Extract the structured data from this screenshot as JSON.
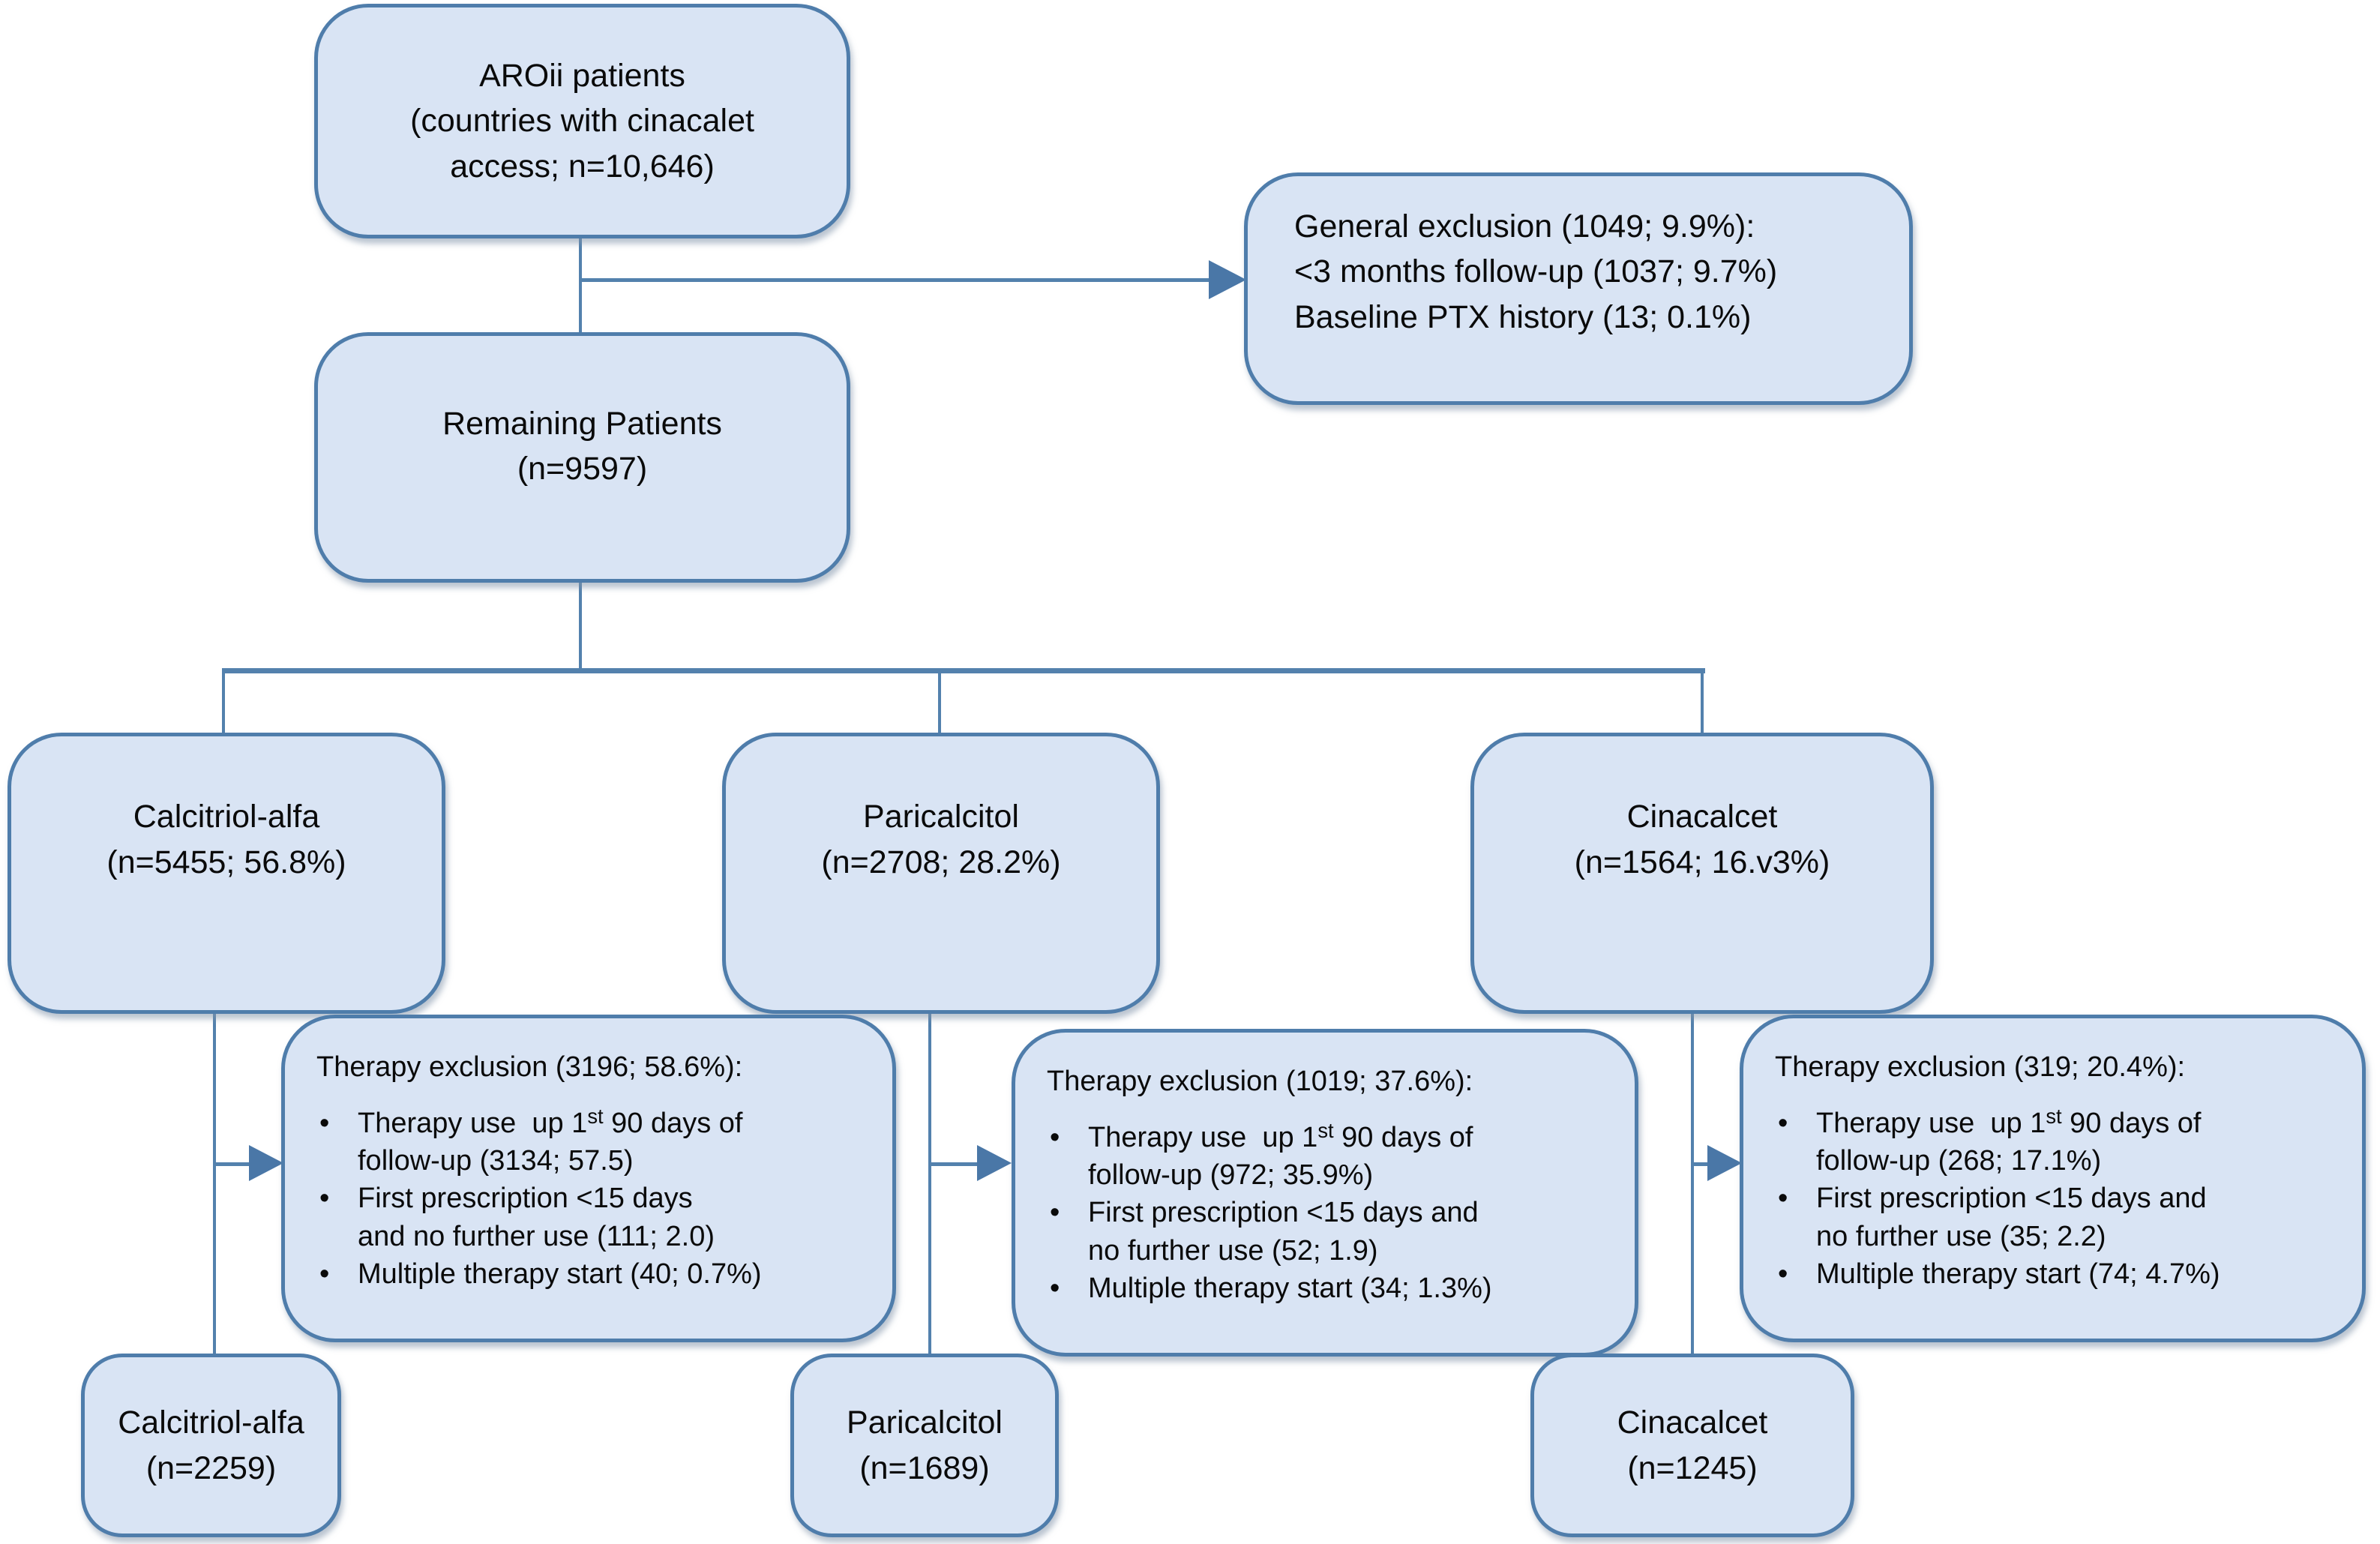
{
  "colors": {
    "box_fill": "#d9e4f4",
    "box_border": "#4f7dab",
    "connector": "#5381ad",
    "arrowhead": "#4a77a7"
  },
  "boxes": {
    "aroii": {
      "line1": "AROii patients",
      "line2": "(countries with cinacalet",
      "line3": "access; n=10,646)"
    },
    "general_exclusion": {
      "line1": "General exclusion (1049; 9.9%):",
      "line2": "<3 months follow-up (1037; 9.7%)",
      "line3": "Baseline PTX history (13; 0.1%)"
    },
    "remaining": {
      "line1": "Remaining Patients",
      "line2": "(n=9597)"
    },
    "calcitriol": {
      "line1": "Calcitriol-alfa",
      "line2": "(n=5455; 56.8%)"
    },
    "paricalcitol": {
      "line1": "Paricalcitol",
      "line2": "(n=2708; 28.2%)"
    },
    "cinacalcet": {
      "line1": "Cinacalcet",
      "line2": "(n=1564; 16.v3%)"
    },
    "therapy_exclusion_calcitriol": {
      "title": "Therapy exclusion (3196; 58.6%):",
      "bullet1_pre": "Therapy use  up 1",
      "bullet1_sup": "st",
      "bullet1_post": " 90 days of",
      "bullet1_line2": "follow-up (3134; 57.5)",
      "bullet2_line1": "First prescription <15 days",
      "bullet2_line2": "and no further use (111; 2.0)",
      "bullet3": "Multiple therapy start (40; 0.7%)"
    },
    "therapy_exclusion_paricalcitol": {
      "title": "Therapy exclusion (1019; 37.6%):",
      "bullet1_pre": "Therapy use  up 1",
      "bullet1_sup": "st",
      "bullet1_post": " 90 days of",
      "bullet1_line2": "follow-up (972; 35.9%)",
      "bullet2_line1": "First prescription <15 days and",
      "bullet2_line2": "no further use (52; 1.9)",
      "bullet3": "Multiple therapy start (34; 1.3%)"
    },
    "therapy_exclusion_cinacalcet": {
      "title": "Therapy exclusion (319; 20.4%):",
      "bullet1_pre": "Therapy use  up 1",
      "bullet1_sup": "st",
      "bullet1_post": " 90 days of",
      "bullet1_line2": "follow-up (268; 17.1%)",
      "bullet2_line1": "First prescription <15 days and",
      "bullet2_line2": "no further use (35; 2.2)",
      "bullet3": "Multiple therapy start (74; 4.7%)"
    },
    "calcitriol_final": {
      "line1": "Calcitriol-alfa",
      "line2": "(n=2259)"
    },
    "paricalcitol_final": {
      "line1": "Paricalcitol",
      "line2": "(n=1689)"
    },
    "cinacalcet_final": {
      "line1": "Cinacalcet",
      "line2": "(n=1245)"
    }
  }
}
